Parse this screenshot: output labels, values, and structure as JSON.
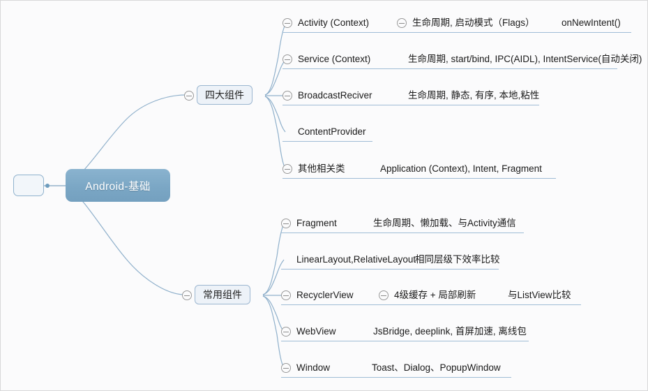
{
  "app": {
    "type": "mindmap",
    "colors": {
      "root_fill": "#7aa6c4",
      "branch_fill": "#edf2f8",
      "branch_border": "#9bb6d0",
      "edge": "#8fb0cb",
      "underline": "#9fbcd6",
      "canvas_bg": "#fbfbfc",
      "text": "#1a1a1a",
      "root_text": "#ffffff"
    }
  },
  "stub": {
    "label": ""
  },
  "root": {
    "label": "Android-基础"
  },
  "branches": [
    {
      "id": "four-components",
      "label": "四大组件",
      "toggle_icon": "collapse-minus-icon",
      "rows": [
        {
          "id": "activity",
          "has_toggle": true,
          "label": "Activity (Context)",
          "detail": "生命周期, 启动模式（Flags）",
          "detail_has_toggle": true,
          "extra": "onNewIntent()"
        },
        {
          "id": "service",
          "has_toggle": true,
          "label": "Service (Context)",
          "detail": "生命周期, start/bind, IPC(AIDL), IntentService(自动关闭)",
          "detail_has_toggle": false,
          "extra": ""
        },
        {
          "id": "broadcastreciver",
          "has_toggle": true,
          "label": "BroadcastReciver",
          "detail": "生命周期, 静态, 有序, 本地,粘性",
          "detail_has_toggle": false,
          "extra": ""
        },
        {
          "id": "contentprovider",
          "has_toggle": false,
          "label": "ContentProvider",
          "detail": "",
          "detail_has_toggle": false,
          "extra": ""
        },
        {
          "id": "other-related",
          "has_toggle": true,
          "label": "其他相关类",
          "detail": "Application (Context), Intent, Fragment",
          "detail_has_toggle": false,
          "extra": ""
        }
      ]
    },
    {
      "id": "common-widgets",
      "label": "常用组件",
      "toggle_icon": "collapse-minus-icon",
      "rows": [
        {
          "id": "fragment",
          "has_toggle": true,
          "label": "Fragment",
          "detail": "生命周期、懒加载、与Activity通信",
          "detail_has_toggle": false,
          "extra": ""
        },
        {
          "id": "layouts",
          "has_toggle": false,
          "label": "LinearLayout,RelativeLayout",
          "detail": "相同层级下效率比较",
          "detail_has_toggle": false,
          "extra": ""
        },
        {
          "id": "recyclerview",
          "has_toggle": true,
          "label": "RecyclerView",
          "detail": "4级缓存 + 局部刷新",
          "detail_has_toggle": true,
          "extra": "与ListView比较"
        },
        {
          "id": "webview",
          "has_toggle": true,
          "label": "WebView",
          "detail": "JsBridge, deeplink, 首屏加速, 离线包",
          "detail_has_toggle": false,
          "extra": ""
        },
        {
          "id": "window",
          "has_toggle": true,
          "label": "Window",
          "detail": "Toast、Dialog、PopupWindow",
          "detail_has_toggle": false,
          "extra": ""
        }
      ]
    }
  ]
}
